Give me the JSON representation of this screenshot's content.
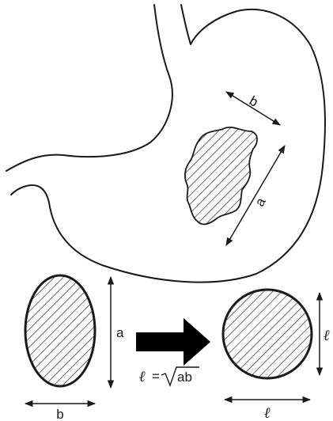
{
  "labels": {
    "stomach_b": "b",
    "stomach_a": "a",
    "ellipse_a": "a",
    "ellipse_b": "b",
    "circle_l_right": "ℓ",
    "circle_l_bottom": "ℓ",
    "formula_lhs": "ℓ",
    "formula_eq": "=",
    "formula_root_arg": "ab"
  },
  "colors": {
    "stroke": "#1a1a1a",
    "arrow_fill": "#000000"
  },
  "icons": {
    "transform_arrow": "right-arrow-icon"
  }
}
